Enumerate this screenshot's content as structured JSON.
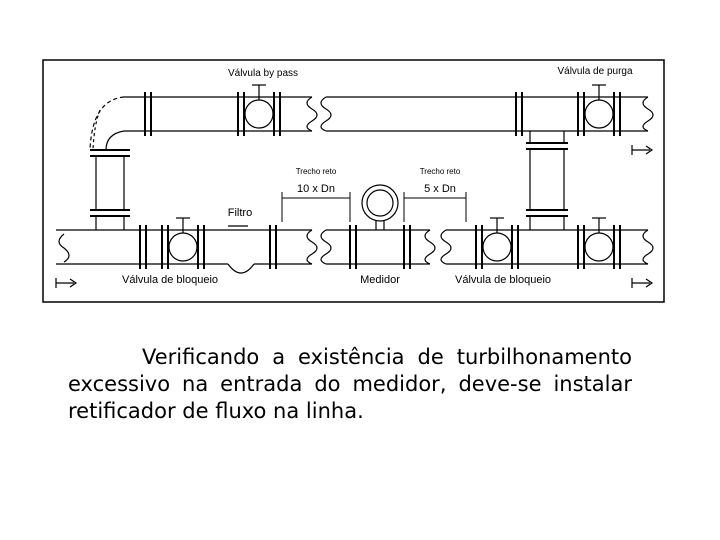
{
  "diagram": {
    "labels": {
      "bypass_valve": "Válvula by pass",
      "purge_valve": "Válvula de purga",
      "straight_run_1_title": "Trecho reto",
      "straight_run_1_value": "10 x Dn",
      "straight_run_2_title": "Trecho reto",
      "straight_run_2_value": "5 x Dn",
      "filter": "Filtro",
      "block_valve_left": "Válvula de bloqueio",
      "meter": "Medidor",
      "block_valve_right": "Válvula de bloqueio"
    }
  },
  "caption": {
    "text": "Verificando a existência de turbilhonamento excessivo na entrada do medidor, deve-se instalar retificador de fluxo na linha."
  },
  "colors": {
    "line": "#000000",
    "background": "#ffffff"
  }
}
